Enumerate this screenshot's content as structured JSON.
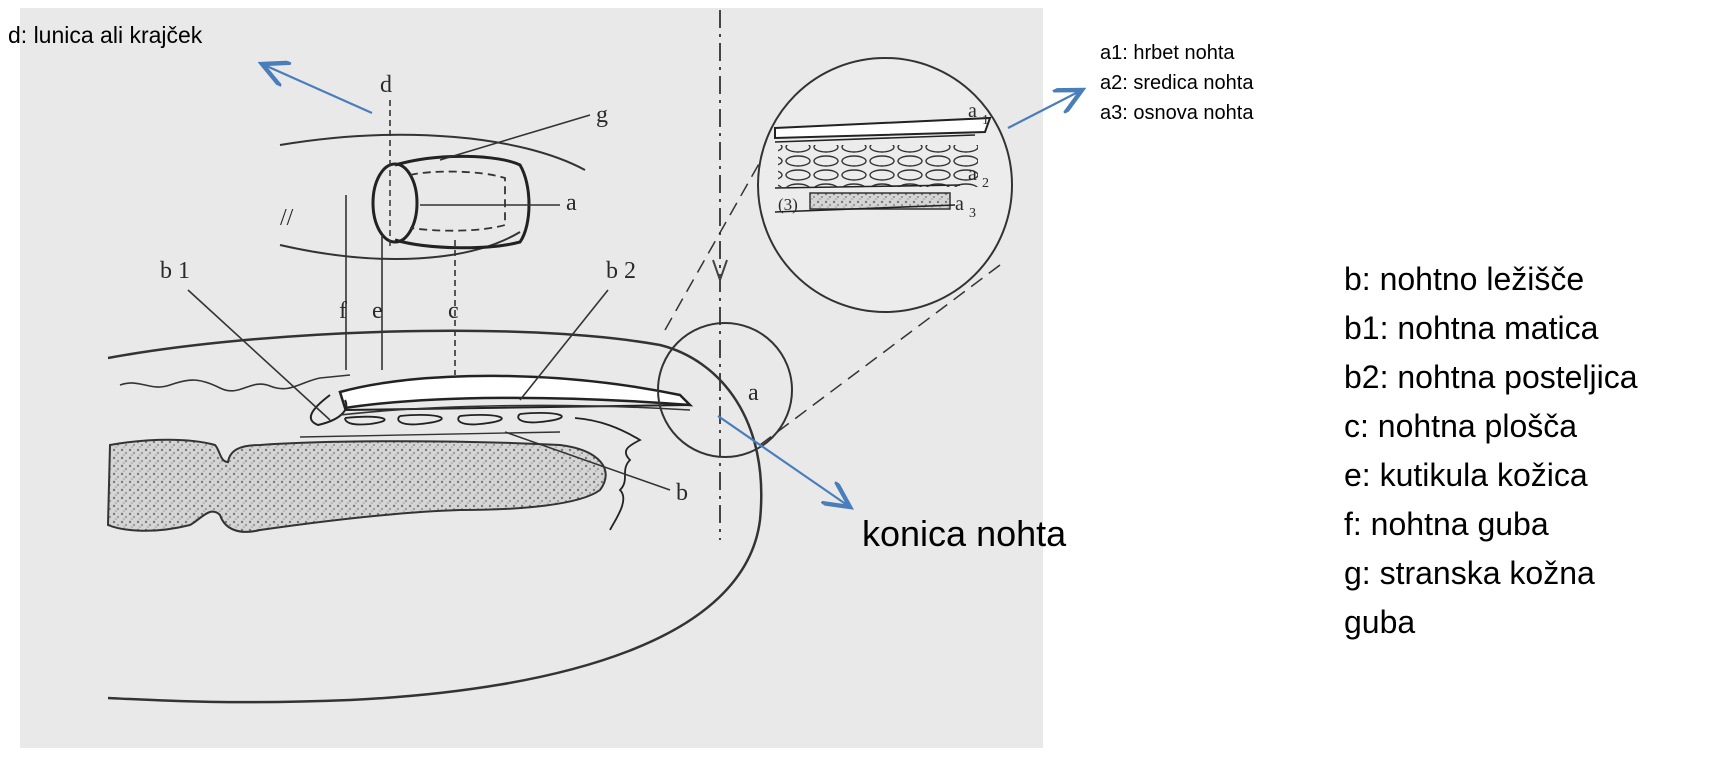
{
  "captions": {
    "lunula": "d: lunica ali krajček",
    "tip": "konica nohta"
  },
  "a_layers": [
    "a1: hrbet nohta",
    "a2: sredica nohta",
    "a3: osnova nohta"
  ],
  "b_list": [
    "b: nohtno ležišče",
    "b1: nohtna matica",
    "b2: nohtna posteljica",
    "c: nohtna plošča",
    "e: kutikula kožica",
    "f: nohtna guba",
    "g: stranska kožna",
    "guba"
  ],
  "figure_labels": {
    "d": "d",
    "g": "g",
    "a": "a",
    "b1": "b 1",
    "b2": "b 2",
    "f": "f",
    "e": "e",
    "c": "c",
    "a_circle": "a",
    "b": "b",
    "a1": "a",
    "a1_sub": "1",
    "a2": "a",
    "a2_sub": "2",
    "a3": "a",
    "a3_sub": "3",
    "three": "(3)",
    "parallel": "//"
  },
  "colors": {
    "arrow": "#4a7ebb",
    "scan_bg": "#e9e9e9",
    "ink": "#2a2a2a"
  }
}
